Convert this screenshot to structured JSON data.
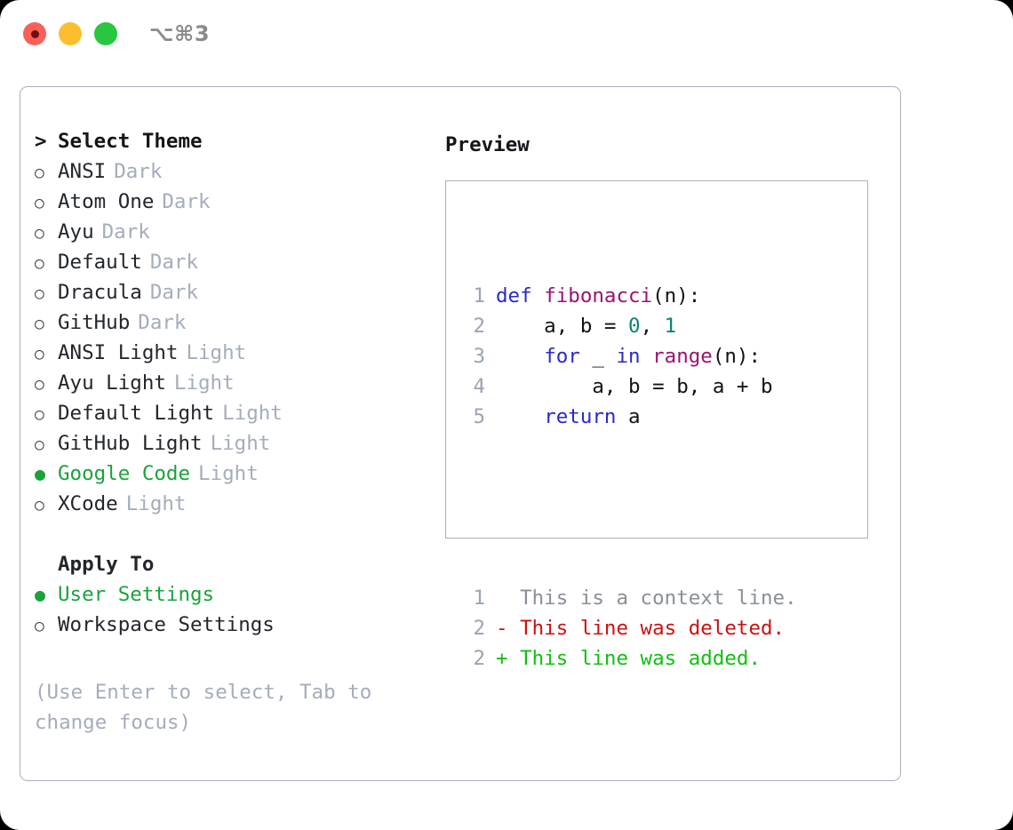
{
  "window": {
    "shortcut_label": "⌥⌘3",
    "traffic_lights": [
      "close",
      "minimize",
      "zoom"
    ]
  },
  "theme_picker": {
    "header_marker": ">",
    "header_label": "Select Theme",
    "items": [
      {
        "marker": "○",
        "label": "ANSI",
        "meta": "Dark",
        "selected": false
      },
      {
        "marker": "○",
        "label": "Atom One",
        "meta": "Dark",
        "selected": false
      },
      {
        "marker": "○",
        "label": "Ayu",
        "meta": "Dark",
        "selected": false
      },
      {
        "marker": "○",
        "label": "Default",
        "meta": "Dark",
        "selected": false
      },
      {
        "marker": "○",
        "label": "Dracula",
        "meta": "Dark",
        "selected": false
      },
      {
        "marker": "○",
        "label": "GitHub",
        "meta": "Dark",
        "selected": false
      },
      {
        "marker": "○",
        "label": "ANSI Light",
        "meta": "Light",
        "selected": false
      },
      {
        "marker": "○",
        "label": "Ayu Light",
        "meta": "Light",
        "selected": false
      },
      {
        "marker": "○",
        "label": "Default Light",
        "meta": "Light",
        "selected": false
      },
      {
        "marker": "○",
        "label": "GitHub Light",
        "meta": "Light",
        "selected": false
      },
      {
        "marker": "●",
        "label": "Google Code",
        "meta": "Light",
        "selected": true
      },
      {
        "marker": "○",
        "label": "XCode",
        "meta": "Light",
        "selected": false
      }
    ]
  },
  "apply_to": {
    "title": "Apply To",
    "items": [
      {
        "marker": "●",
        "label": "User Settings",
        "selected": true
      },
      {
        "marker": "○",
        "label": "Workspace Settings",
        "selected": false
      }
    ]
  },
  "hint": {
    "line1": "(Use Enter to select, Tab to",
    "line2": "change focus)"
  },
  "preview": {
    "title": "Preview",
    "code_lines": [
      {
        "num": "1",
        "tokens": [
          {
            "t": "def",
            "c": "kw"
          },
          {
            "t": " ",
            "c": "plain"
          },
          {
            "t": "fibonacci",
            "c": "fn"
          },
          {
            "t": "(n):",
            "c": "plain"
          }
        ]
      },
      {
        "num": "2",
        "tokens": [
          {
            "t": "    a, b = ",
            "c": "plain"
          },
          {
            "t": "0",
            "c": "num"
          },
          {
            "t": ", ",
            "c": "plain"
          },
          {
            "t": "1",
            "c": "num"
          }
        ]
      },
      {
        "num": "3",
        "tokens": [
          {
            "t": "    ",
            "c": "plain"
          },
          {
            "t": "for",
            "c": "kw"
          },
          {
            "t": " _ ",
            "c": "plain"
          },
          {
            "t": "in",
            "c": "kw"
          },
          {
            "t": " ",
            "c": "plain"
          },
          {
            "t": "range",
            "c": "fn"
          },
          {
            "t": "(n):",
            "c": "plain"
          }
        ]
      },
      {
        "num": "4",
        "tokens": [
          {
            "t": "        a, b = b, a + b",
            "c": "plain"
          }
        ]
      },
      {
        "num": "5",
        "tokens": [
          {
            "t": "    ",
            "c": "plain"
          },
          {
            "t": "return",
            "c": "kw"
          },
          {
            "t": " a",
            "c": "plain"
          }
        ]
      }
    ],
    "diff_lines": [
      {
        "num": "1",
        "sign": " ",
        "text": " This is a context line.",
        "kind": "ctx"
      },
      {
        "num": "2",
        "sign": "-",
        "text": " This line was deleted.",
        "kind": "del"
      },
      {
        "num": "2",
        "sign": "+",
        "text": " This line was added.",
        "kind": "add"
      }
    ]
  },
  "colors": {
    "accent_green": "#1aa33b",
    "muted": "#a4adbb",
    "border": "#a9b0bd",
    "keyword": "#2929c9",
    "function": "#9a1370",
    "number": "#0e8074",
    "diff_delete": "#cc1111",
    "diff_add": "#10c010",
    "traffic_red": "#fc5f58",
    "traffic_yellow": "#fcbd2e",
    "traffic_green": "#28c73f"
  }
}
